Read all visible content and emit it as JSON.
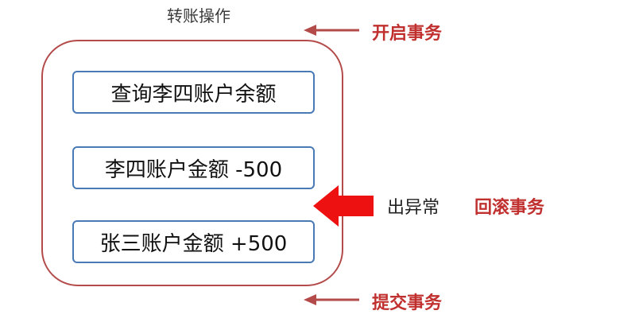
{
  "diagram": {
    "title": "转账操作",
    "steps": [
      "查询李四账户余额",
      "李四账户金额 -500",
      "张三账户金额 +500"
    ],
    "labels": {
      "start_transaction": "开启事务",
      "exception": "出异常",
      "rollback_transaction": "回滚事务",
      "commit_transaction": "提交事务"
    },
    "colors": {
      "group_border": "#b44b4b",
      "step_border": "#4a7ab5",
      "thin_arrow": "#b44b4b",
      "big_arrow": "#ee1111",
      "label_red": "#c0302e"
    }
  }
}
